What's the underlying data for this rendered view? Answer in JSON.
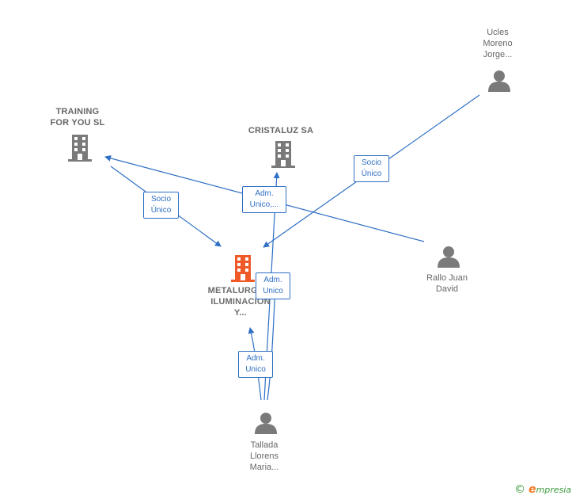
{
  "colors": {
    "edge": "#2f6fc4",
    "person_icon": "#7a7a7a",
    "company_icon": "#7a7a7a",
    "focus_company_icon": "#f05a28",
    "brand_green": "#3b9a3b",
    "brand_orange": "#f07a28"
  },
  "nodes": {
    "training": {
      "label": "TRAINING\nFOR YOU SL",
      "icon": "building-icon"
    },
    "cristaluz": {
      "label": "CRISTALUZ SA",
      "icon": "building-icon"
    },
    "metalurgica": {
      "label": "METALURGICA\nILUMINACION\nY...",
      "icon": "building-icon"
    },
    "ucles": {
      "label": "Ucles\nMoreno\nJorge...",
      "icon": "person-icon"
    },
    "rallo": {
      "label": "Rallo Juan\nDavid",
      "icon": "person-icon"
    },
    "tallada": {
      "label": "Tallada\nLlorens\nMaria...",
      "icon": "person-icon"
    }
  },
  "edges": {
    "socio_unico_1": "Socio\nÚnico",
    "socio_unico_2": "Socio\nÚnico",
    "adm_unico_truncated": "Adm.\nUnico,...",
    "adm_unico_1": "Adm.\nUnico",
    "adm_unico_2": "Adm.\nUnico"
  },
  "brand": {
    "copyright": "©",
    "e": "e",
    "rest": "mpresia"
  }
}
